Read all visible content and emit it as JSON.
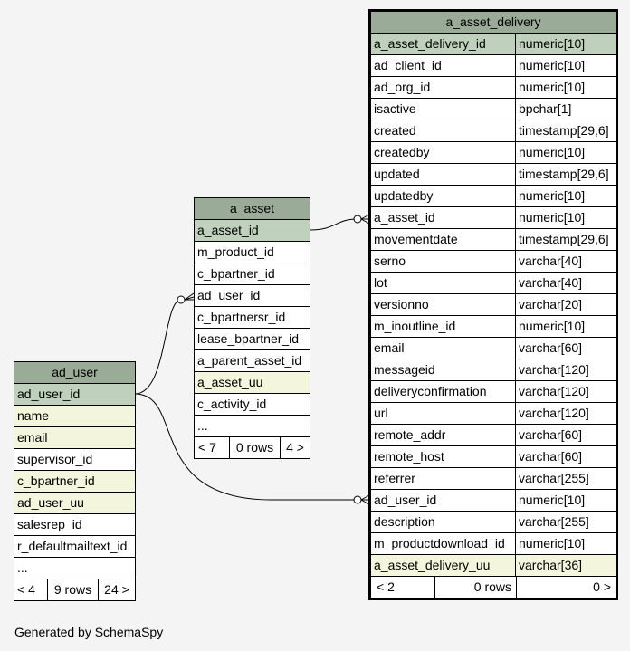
{
  "tables": {
    "a_asset_delivery": {
      "title": "a_asset_delivery",
      "columns": [
        {
          "name": "a_asset_delivery_id",
          "type": "numeric[10]",
          "kind": "pk"
        },
        {
          "name": "ad_client_id",
          "type": "numeric[10]",
          "kind": "normal"
        },
        {
          "name": "ad_org_id",
          "type": "numeric[10]",
          "kind": "normal"
        },
        {
          "name": "isactive",
          "type": "bpchar[1]",
          "kind": "normal"
        },
        {
          "name": "created",
          "type": "timestamp[29,6]",
          "kind": "normal"
        },
        {
          "name": "createdby",
          "type": "numeric[10]",
          "kind": "normal"
        },
        {
          "name": "updated",
          "type": "timestamp[29,6]",
          "kind": "normal"
        },
        {
          "name": "updatedby",
          "type": "numeric[10]",
          "kind": "normal"
        },
        {
          "name": "a_asset_id",
          "type": "numeric[10]",
          "kind": "normal"
        },
        {
          "name": "movementdate",
          "type": "timestamp[29,6]",
          "kind": "normal"
        },
        {
          "name": "serno",
          "type": "varchar[40]",
          "kind": "normal"
        },
        {
          "name": "lot",
          "type": "varchar[40]",
          "kind": "normal"
        },
        {
          "name": "versionno",
          "type": "varchar[20]",
          "kind": "normal"
        },
        {
          "name": "m_inoutline_id",
          "type": "numeric[10]",
          "kind": "normal"
        },
        {
          "name": "email",
          "type": "varchar[60]",
          "kind": "normal"
        },
        {
          "name": "messageid",
          "type": "varchar[120]",
          "kind": "normal"
        },
        {
          "name": "deliveryconfirmation",
          "type": "varchar[120]",
          "kind": "normal"
        },
        {
          "name": "url",
          "type": "varchar[120]",
          "kind": "normal"
        },
        {
          "name": "remote_addr",
          "type": "varchar[60]",
          "kind": "normal"
        },
        {
          "name": "remote_host",
          "type": "varchar[60]",
          "kind": "normal"
        },
        {
          "name": "referrer",
          "type": "varchar[255]",
          "kind": "normal"
        },
        {
          "name": "ad_user_id",
          "type": "numeric[10]",
          "kind": "normal"
        },
        {
          "name": "description",
          "type": "varchar[255]",
          "kind": "normal"
        },
        {
          "name": "m_productdownload_id",
          "type": "numeric[10]",
          "kind": "normal"
        },
        {
          "name": "a_asset_delivery_uu",
          "type": "varchar[36]",
          "kind": "uq"
        }
      ],
      "footer": {
        "parents": "< 2",
        "rows": "0 rows",
        "children": "0 >"
      }
    },
    "a_asset": {
      "title": "a_asset",
      "columns": [
        {
          "name": "a_asset_id",
          "kind": "pk"
        },
        {
          "name": "m_product_id",
          "kind": "normal"
        },
        {
          "name": "c_bpartner_id",
          "kind": "normal"
        },
        {
          "name": "ad_user_id",
          "kind": "normal"
        },
        {
          "name": "c_bpartnersr_id",
          "kind": "normal"
        },
        {
          "name": "lease_bpartner_id",
          "kind": "normal"
        },
        {
          "name": "a_parent_asset_id",
          "kind": "normal"
        },
        {
          "name": "a_asset_uu",
          "kind": "uq"
        },
        {
          "name": "c_activity_id",
          "kind": "normal"
        },
        {
          "name": "...",
          "kind": "normal"
        }
      ],
      "footer": {
        "parents": "< 7",
        "rows": "0 rows",
        "children": "4 >"
      }
    },
    "ad_user": {
      "title": "ad_user",
      "columns": [
        {
          "name": "ad_user_id",
          "kind": "pk"
        },
        {
          "name": "name",
          "kind": "uq"
        },
        {
          "name": "email",
          "kind": "uq"
        },
        {
          "name": "supervisor_id",
          "kind": "normal"
        },
        {
          "name": "c_bpartner_id",
          "kind": "uq"
        },
        {
          "name": "ad_user_uu",
          "kind": "uq"
        },
        {
          "name": "salesrep_id",
          "kind": "normal"
        },
        {
          "name": "r_defaultmailtext_id",
          "kind": "normal"
        },
        {
          "name": "...",
          "kind": "normal"
        }
      ],
      "footer": {
        "parents": "< 4",
        "rows": "9 rows",
        "children": "24 >"
      }
    }
  },
  "colors": {
    "header": "#9aab98",
    "primary_key": "#bfd1bc",
    "unique": "#f3f6dc",
    "background": "#f4f4f4"
  },
  "generated_by": "Generated by SchemaSpy"
}
